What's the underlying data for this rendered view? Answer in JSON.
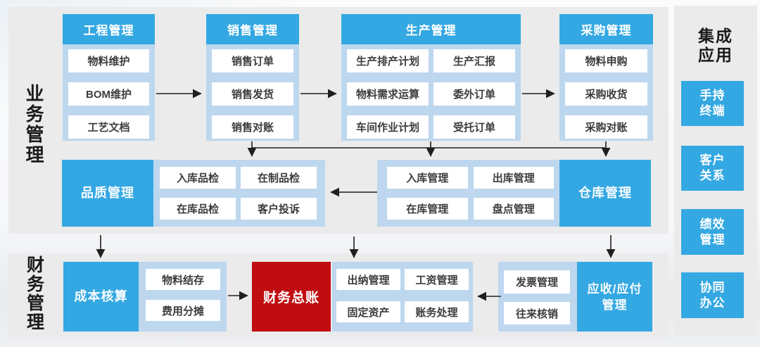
{
  "sections": {
    "business_label": "业务管理",
    "finance_label": "财务管理"
  },
  "business_row": {
    "groups": [
      {
        "header": "工程管理",
        "items": [
          "物料维护",
          "BOM维护",
          "工艺文档"
        ]
      },
      {
        "header": "销售管理",
        "items": [
          "销售订单",
          "销售发货",
          "销售对账"
        ]
      },
      {
        "header": "生产管理",
        "items": [
          "生产排产计划",
          "生产汇报",
          "物料需求运算",
          "委外订单",
          "车间作业计划",
          "受托订单"
        ]
      },
      {
        "header": "采购管理",
        "items": [
          "物料申购",
          "采购收货",
          "采购对账"
        ]
      }
    ]
  },
  "middle_row": {
    "quality": {
      "label": "品质管理",
      "items": [
        "入库品检",
        "在制品检",
        "在库品检",
        "客户投诉"
      ]
    },
    "warehouse": {
      "label": "仓库管理",
      "items": [
        "入库管理",
        "出库管理",
        "在库管理",
        "盘点管理"
      ]
    }
  },
  "finance_row": {
    "cost": {
      "label": "成本核算",
      "items": [
        "物料结存",
        "费用分摊"
      ]
    },
    "general_ledger": {
      "label": "财务总账"
    },
    "accounting": {
      "items": [
        "出纳管理",
        "工资管理",
        "固定资产",
        "账务处理"
      ]
    },
    "receivable": {
      "label_lines": [
        "应收/应付",
        "管理"
      ],
      "items": [
        "发票管理",
        "往来核销"
      ]
    }
  },
  "integration": {
    "title_lines": [
      "集成",
      "应用"
    ],
    "apps": [
      {
        "lines": [
          "手持",
          "终端"
        ]
      },
      {
        "lines": [
          "客户",
          "关系"
        ]
      },
      {
        "lines": [
          "绩效",
          "管理"
        ]
      },
      {
        "lines": [
          "协同",
          "办公"
        ]
      }
    ]
  },
  "colors": {
    "accent_blue": "#34a8e2",
    "container_blue": "#bdd7ee",
    "accent_red": "#c00d12",
    "band_gray": "#ebebeb"
  }
}
